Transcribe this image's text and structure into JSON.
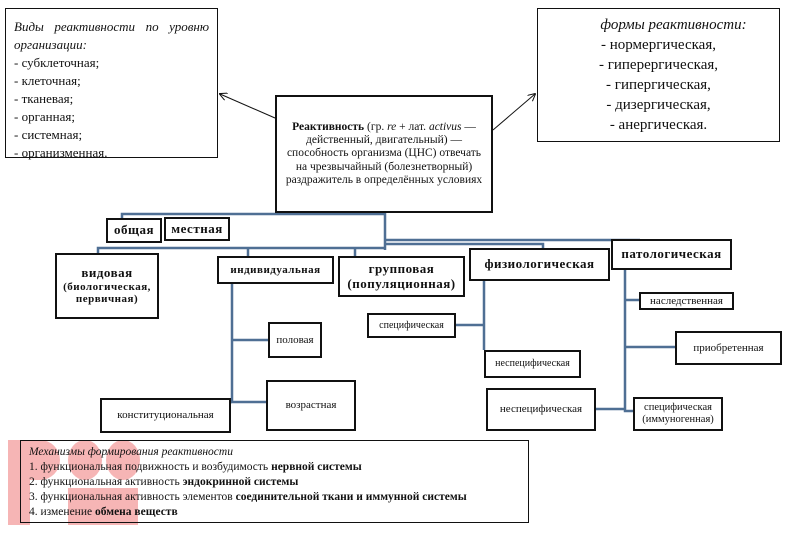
{
  "levels_box": {
    "title": "Виды реактивности по уровню организации:",
    "items": [
      "- субклеточная;",
      "- клеточная;",
      "- тканевая;",
      "- органная;",
      "- системная;",
      "- организменная."
    ]
  },
  "forms_box": {
    "title": "формы реактивности:",
    "items": [
      "- нормергическая,",
      "- гиперергическая,",
      "- гипергическая,",
      "- дизергическая,",
      "- анергическая."
    ]
  },
  "definition": {
    "term": "Реактивность",
    "etym1": " (гр. ",
    "re": "re",
    "etym2": " + лат. ",
    "activus": "activus",
    "rest": " — действенный, двигательный) — способность организма (ЦНС) отвечать на чрезвычайный (болезнетворный) раздражитель в определённых условиях"
  },
  "nodes": {
    "general": "общая",
    "local": "местная",
    "species": "видовая",
    "species_sub": "(биологическая, первичная)",
    "individual": "индивидуальная",
    "group": "групповая",
    "group_sub": "(популяционная)",
    "physiological": "физиологическая",
    "pathological": "патологическая",
    "sexual": "половая",
    "age": "возрастная",
    "constitutional": "конституциональная",
    "phys_specific": "специфическая",
    "phys_nonspecific": "неспецифическая",
    "path_nonspecific": "неспецифическая",
    "hereditary": "наследственная",
    "acquired": "приобретенная",
    "path_specific": "специфическая",
    "path_specific_sub": "(иммуногенная)"
  },
  "mechanisms": {
    "title": "Механизмы формирования  реактивности",
    "items": [
      {
        "plain": "1.  функциональная подвижность и возбудимость ",
        "bold": "нервной системы"
      },
      {
        "plain": "2. функциональная активность ",
        "bold": "эндокринной системы"
      },
      {
        "plain": "3. функциональная активность элементов ",
        "bold": "соединительной ткани и иммунной системы"
      },
      {
        "plain": "4. изменение ",
        "bold": "обмена веществ"
      }
    ]
  },
  "colors": {
    "connector": "#4f6f94",
    "border": "#111111"
  }
}
